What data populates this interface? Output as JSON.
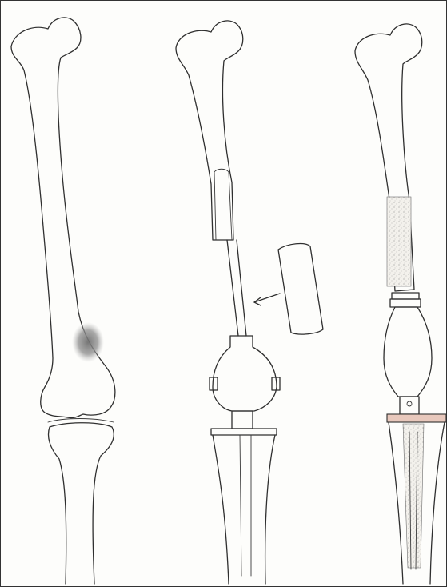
{
  "figure": {
    "panels": [
      {
        "id": "original-bone",
        "lesion": true
      },
      {
        "id": "resection-with-implant",
        "removed_segment": true,
        "arrow": true
      },
      {
        "id": "final-reconstruction",
        "stippled_graft": true
      }
    ],
    "colors": {
      "ink": "#2f2f2f",
      "lesion": "#8a8a8a",
      "stipple": "#b9b9b9",
      "stem_band": "#e8c8bc",
      "paper": "#fdfdfb"
    }
  }
}
